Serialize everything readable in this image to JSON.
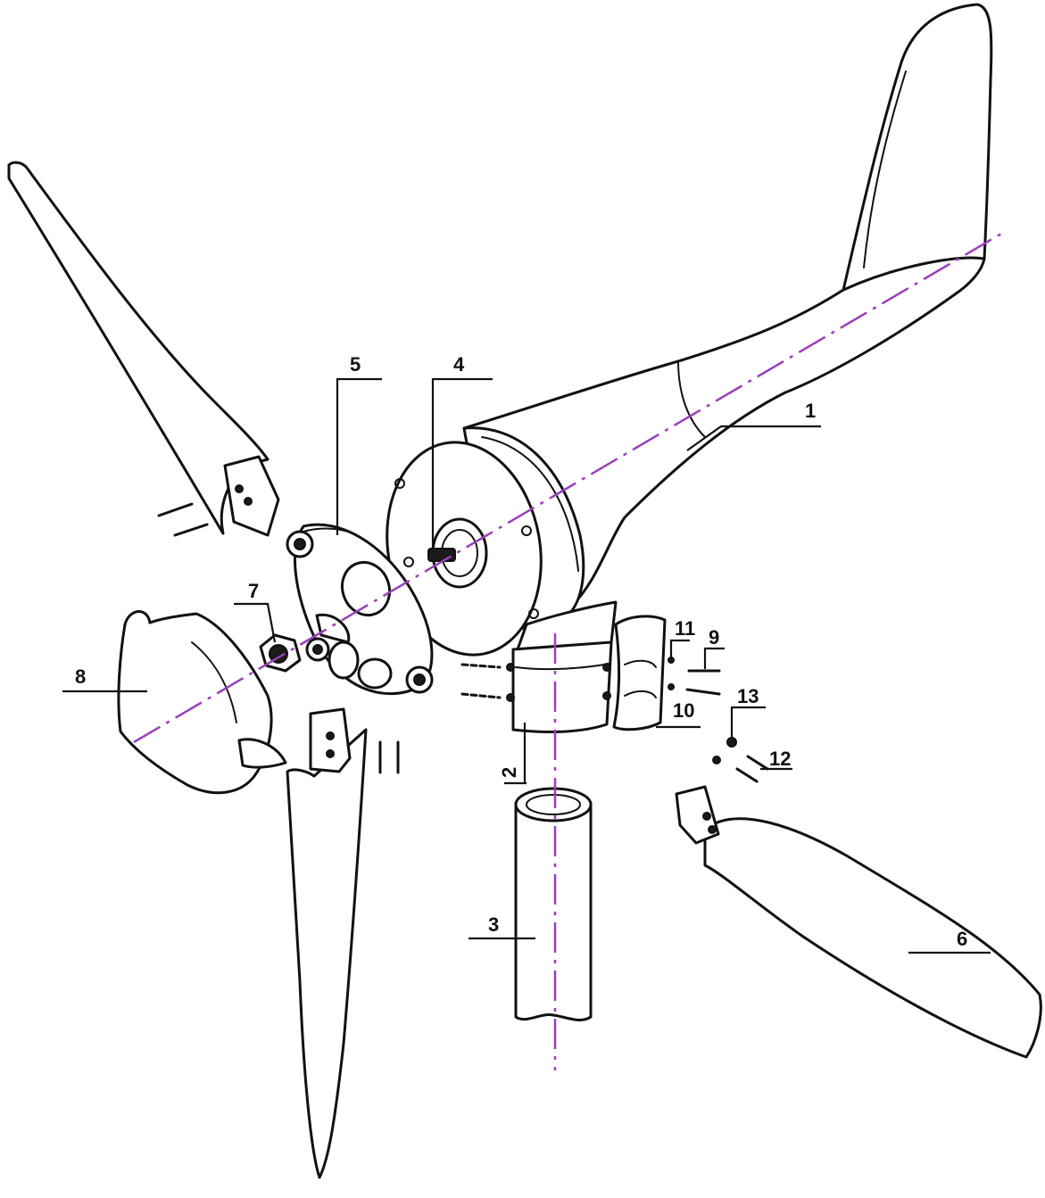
{
  "colors": {
    "axis": "#9b3fb8",
    "ink": "#111111",
    "background": "#ffffff"
  },
  "callouts": [
    {
      "id": "1",
      "label": "1"
    },
    {
      "id": "2",
      "label": "2"
    },
    {
      "id": "3",
      "label": "3"
    },
    {
      "id": "4",
      "label": "4"
    },
    {
      "id": "5",
      "label": "5"
    },
    {
      "id": "6",
      "label": "6"
    },
    {
      "id": "7",
      "label": "7"
    },
    {
      "id": "8",
      "label": "8"
    },
    {
      "id": "9",
      "label": "9"
    },
    {
      "id": "10",
      "label": "10"
    },
    {
      "id": "11",
      "label": "11"
    },
    {
      "id": "12",
      "label": "12"
    },
    {
      "id": "13",
      "label": "13"
    }
  ]
}
